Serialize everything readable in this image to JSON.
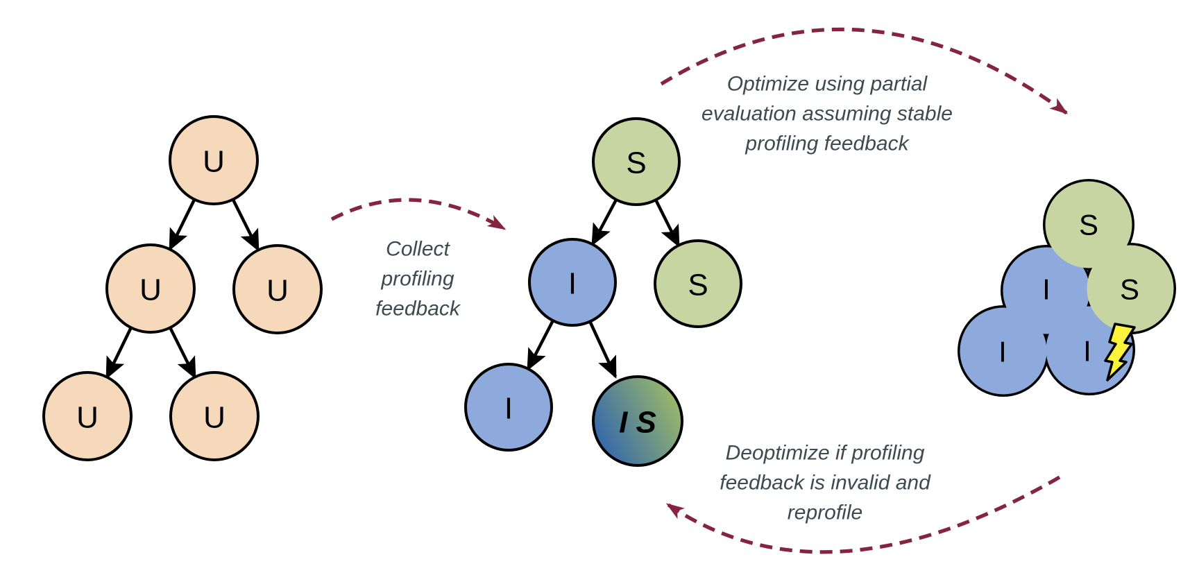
{
  "colors": {
    "unoptimized_fill": "#F6D8BB",
    "interpreted_fill": "#8EA9DB",
    "stable_fill": "#C6D5A1",
    "is_gradient_blue": "#3064AE",
    "is_gradient_green": "#9FBC67",
    "bolt_yellow": "#FBF43B",
    "flow_arrow": "#842441",
    "annotation_text": "#3C4A51",
    "outline": "#000000"
  },
  "annotations": {
    "collect": "Collect\nprofiling\nfeedback",
    "optimize": "Optimize using partial\nevaluation assuming stable\nprofiling feedback",
    "deoptimize": "Deoptimize if profiling\nfeedback is invalid and\nreprofile"
  },
  "unoptimized_tree": {
    "nodes": [
      {
        "label": "U"
      },
      {
        "label": "U"
      },
      {
        "label": "U"
      },
      {
        "label": "U"
      },
      {
        "label": "U"
      }
    ]
  },
  "profiled_tree": {
    "nodes": [
      {
        "label": "S"
      },
      {
        "label": "I"
      },
      {
        "label": "S"
      },
      {
        "label": "I"
      },
      {
        "label": "I S"
      }
    ]
  },
  "optimized_cluster": {
    "nodes": [
      {
        "label": "S"
      },
      {
        "label": "I"
      },
      {
        "label": "S"
      },
      {
        "label": "I"
      },
      {
        "label": "I"
      }
    ]
  }
}
